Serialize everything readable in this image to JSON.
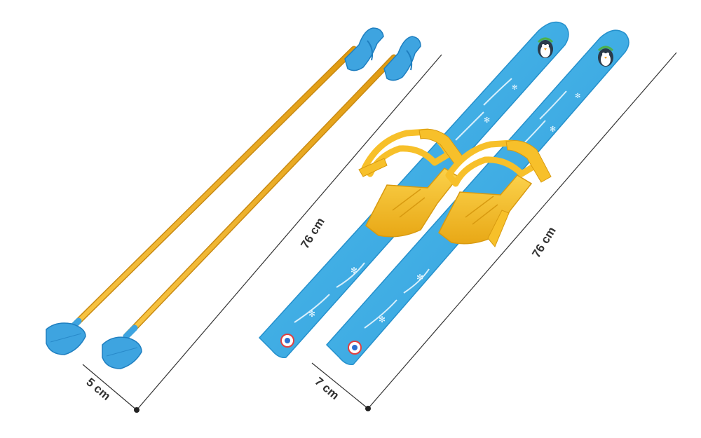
{
  "colors": {
    "background": "#ffffff",
    "pole_shaft": "#f2b01e",
    "pole_shaft_shade": "#c98a12",
    "pole_blue": "#3ea4e0",
    "pole_blue_dark": "#1f7fc0",
    "ski_blue": "#3fb0ea",
    "ski_blue_dark": "#2590cc",
    "ski_decor": "#e8f7ff",
    "binding_yellow": "#f7c02a",
    "binding_dark": "#d89a10",
    "dimension_line": "#333333",
    "label_text": "#333333"
  },
  "dimensions": {
    "pole_length": "76 cm",
    "pole_basket": "5 cm",
    "ski_length": "76 cm",
    "ski_width": "7 cm"
  },
  "icons": {
    "ski_mascot": "penguin-icon",
    "ski_logo": "brand-logo-icon",
    "ski_pattern": "snowflake-icon"
  }
}
